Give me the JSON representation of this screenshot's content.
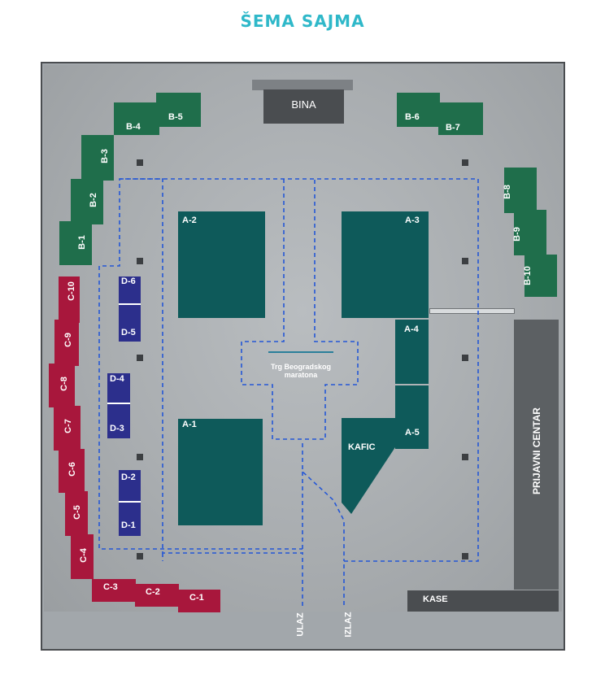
{
  "title": "ŠEMA SAJMA",
  "colors": {
    "title": "#2fb8c9",
    "a_booth": "#0e5a5a",
    "b_booth": "#1f6e4b",
    "c_booth": "#a8173c",
    "d_booth": "#2c2f8c",
    "path": "#2457d6",
    "dark": "#404345"
  },
  "stage": "BINA",
  "booths_a": [
    "A-1",
    "A-2",
    "A-3",
    "A-4",
    "A-5"
  ],
  "booths_b": [
    "B-1",
    "B-2",
    "B-3",
    "B-4",
    "B-5",
    "B-6",
    "B-7",
    "B-8",
    "B-9",
    "B-10"
  ],
  "booths_c": [
    "C-1",
    "C-2",
    "C-3",
    "C-4",
    "C-5",
    "C-6",
    "C-7",
    "C-8",
    "C-9",
    "C-10"
  ],
  "booths_d": [
    "D-1",
    "D-2",
    "D-3",
    "D-4",
    "D-5",
    "D-6"
  ],
  "cafe": "KAFIC",
  "square": "Trg Beogradskog\nmaratona",
  "registration": "PRIJAVNI CENTAR",
  "tickets": "KASE",
  "entrance": "ULAZ",
  "exit": "IZLAZ"
}
